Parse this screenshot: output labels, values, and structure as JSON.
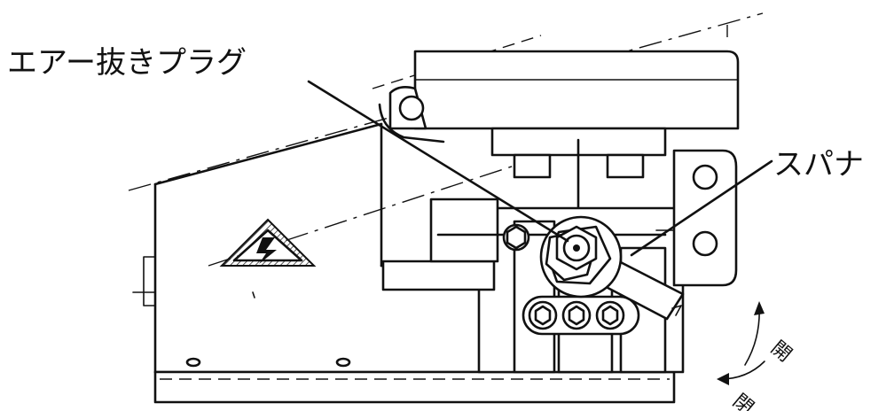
{
  "labels": {
    "air_bleed_plug": "エアー抜きプラグ",
    "spanner": "スパナ",
    "open": "開",
    "close": "閉"
  }
}
